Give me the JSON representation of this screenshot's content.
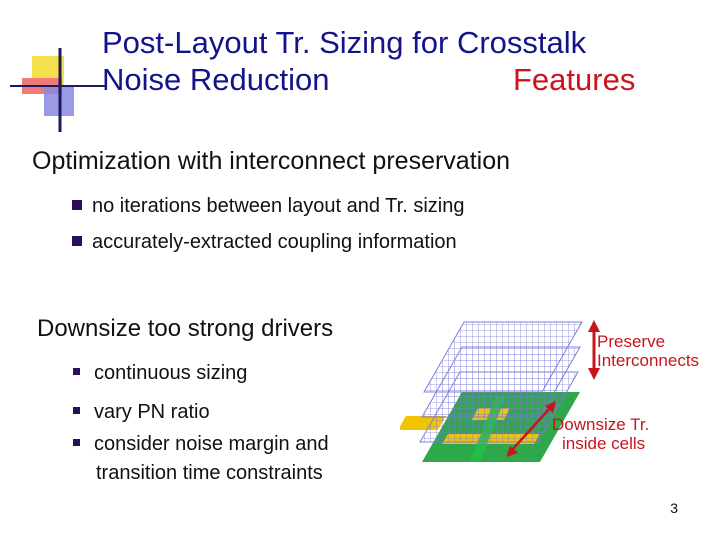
{
  "title": {
    "line1": "Post-Layout Tr. Sizing for Crosstalk",
    "line2": "Noise Reduction",
    "accent": "Features"
  },
  "section1": {
    "heading": "Optimization with interconnect preservation",
    "bullets": [
      "no iterations between layout and Tr. sizing",
      "accurately-extracted coupling  information"
    ]
  },
  "section2": {
    "heading": "Downsize too strong drivers",
    "bullets": [
      "continuous sizing",
      "vary PN ratio",
      "consider noise margin and"
    ],
    "continuation": "transition time constraints"
  },
  "figure": {
    "label_top_1": "Preserve",
    "label_top_2": "Interconnects",
    "label_bottom_1": "Downsize Tr.",
    "label_bottom_2": "inside cells"
  },
  "colors": {
    "title": "#14148a",
    "accent": "#c8141e",
    "bullet": "#2a0f5e",
    "figure_label": "#c8141e",
    "grid": "#7b7bd6",
    "cell_green": "#2ea84a",
    "cell_yellow": "#f0c400"
  },
  "page_number": "3"
}
